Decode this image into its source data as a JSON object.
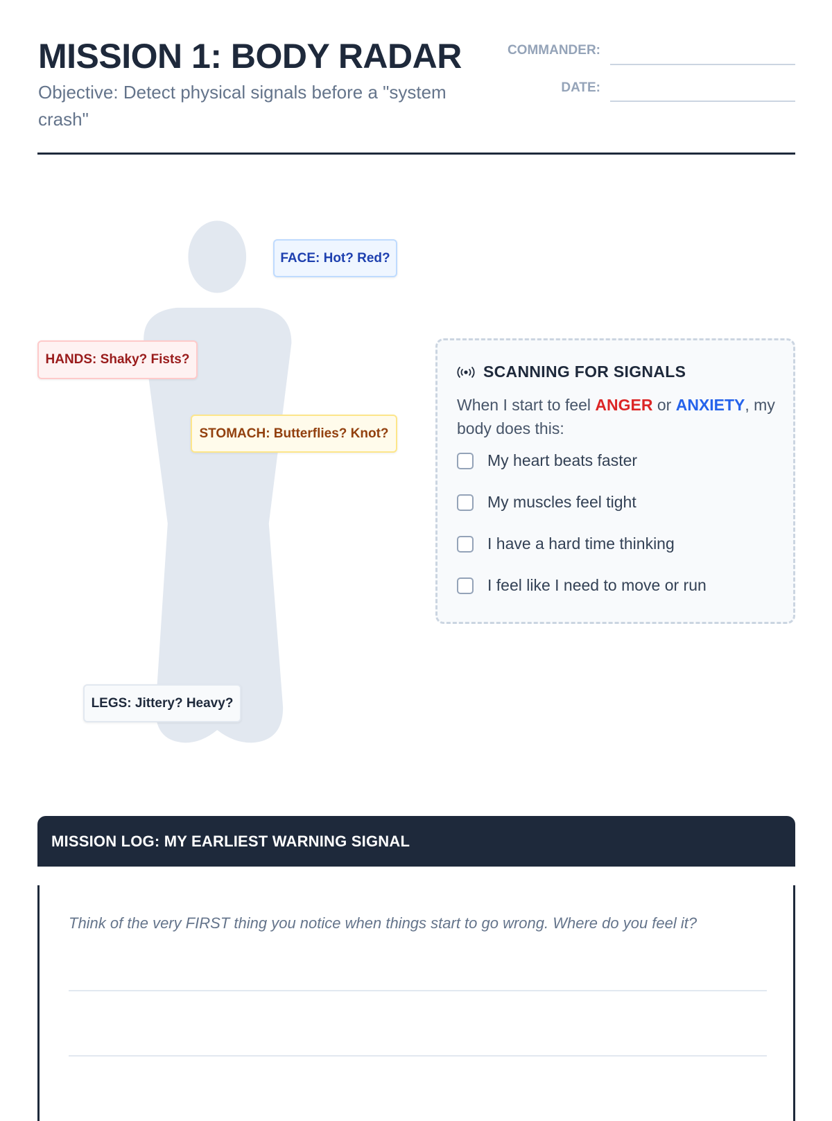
{
  "header": {
    "title": "MISSION 1: BODY RADAR",
    "subtitle": "Objective: Detect physical signals before a \"system crash\"",
    "commander_label": "COMMANDER:",
    "date_label": "DATE:"
  },
  "body_map": {
    "tags": [
      {
        "label": "FACE: Hot? Red?",
        "color": "#1e40af"
      },
      {
        "label": "HANDS: Shaky? Fists?",
        "color": "#991b1b"
      },
      {
        "label": "STOMACH: Butterflies? Knot?",
        "color": "#92400e"
      },
      {
        "label": "LEGS: Jittery? Heavy?",
        "color": "#1e293b"
      }
    ]
  },
  "scanner": {
    "icon": "radar-signal-icon",
    "title": "SCANNING FOR SIGNALS",
    "text_before": "When I start to feel ",
    "emotion_1": "ANGER",
    "text_mid": " or ",
    "emotion_2": "ANXIETY",
    "text_after": ", my body does this:",
    "items": [
      {
        "label": "My heart beats faster",
        "checked": false
      },
      {
        "label": "My muscles feel tight",
        "checked": false
      },
      {
        "label": "I have a hard time thinking",
        "checked": false
      },
      {
        "label": "I feel like I need to move or run",
        "checked": false
      }
    ]
  },
  "mission_log": {
    "title": "MISSION LOG: MY EARLIEST WARNING SIGNAL",
    "prompt": "Think of the very FIRST thing you notice when things start to go wrong. Where do you feel it?"
  }
}
